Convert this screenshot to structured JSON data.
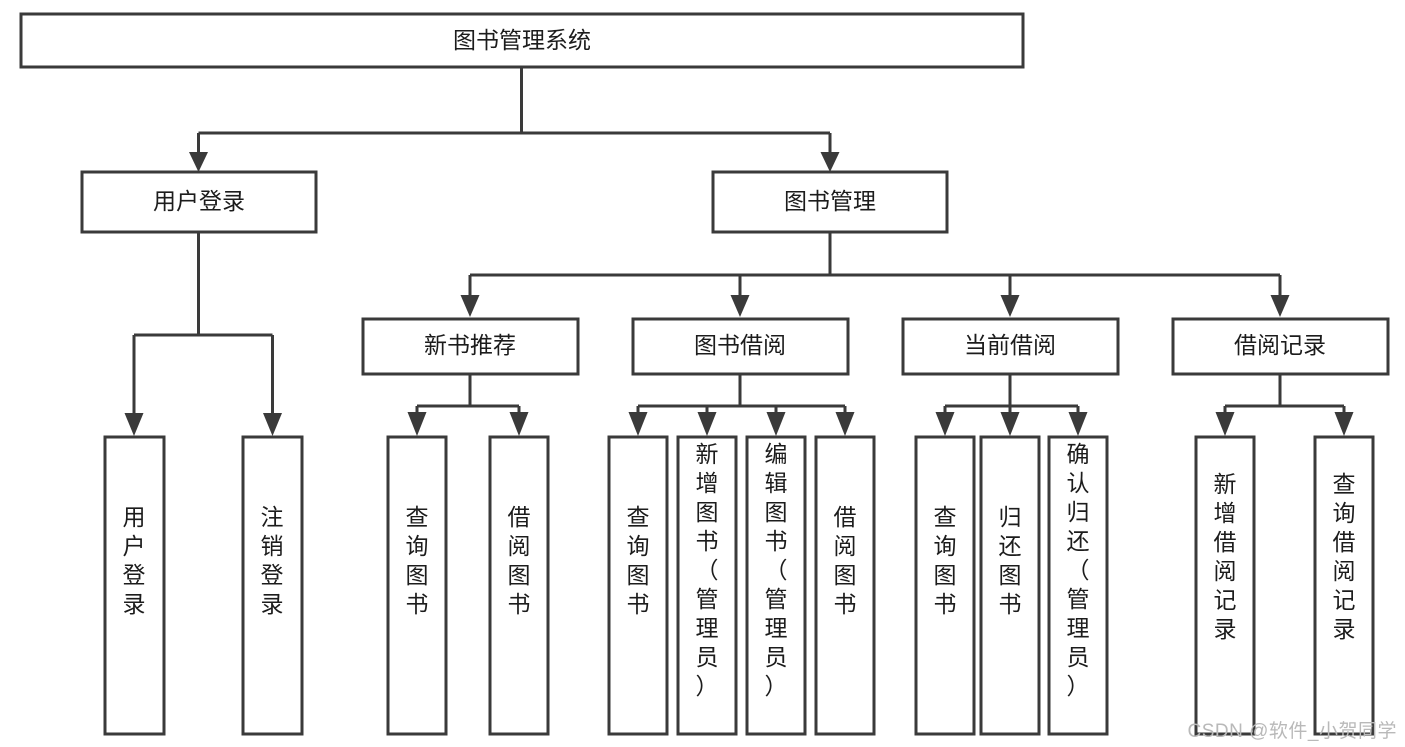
{
  "diagram": {
    "type": "tree-hierarchy",
    "title": "图书管理系统",
    "watermark": "CSDN @软件_小贺同学",
    "nodes": {
      "root": {
        "label": "图书管理系统",
        "level": 1
      },
      "user_login": {
        "label": "用户登录",
        "level": 2
      },
      "book_manage": {
        "label": "图书管理",
        "level": 2
      },
      "new_book_rec": {
        "label": "新书推荐",
        "level": 3
      },
      "book_borrow": {
        "label": "图书借阅",
        "level": 3
      },
      "current_borrow": {
        "label": "当前借阅",
        "level": 3
      },
      "borrow_record": {
        "label": "借阅记录",
        "level": 3
      },
      "leaf_user_login": {
        "label": "用户登录",
        "level": 4
      },
      "leaf_logout": {
        "label": "注销登录",
        "level": 4
      },
      "leaf_query_book_1": {
        "label": "查询图书",
        "level": 4
      },
      "leaf_borrow_book_1": {
        "label": "借阅图书",
        "level": 4
      },
      "leaf_query_book_2": {
        "label": "查询图书",
        "level": 4
      },
      "leaf_add_book": {
        "label": "新增图书（管理员）",
        "level": 4
      },
      "leaf_edit_book": {
        "label": "编辑图书（管理员）",
        "level": 4
      },
      "leaf_borrow_book_2": {
        "label": "借阅图书",
        "level": 4
      },
      "leaf_query_book_3": {
        "label": "查询图书",
        "level": 4
      },
      "leaf_return_book": {
        "label": "归还图书",
        "level": 4
      },
      "leaf_confirm_return": {
        "label": "确认归还（管理员）",
        "level": 4
      },
      "leaf_add_record": {
        "label": "新增借阅记录",
        "level": 4
      },
      "leaf_query_record": {
        "label": "查询借阅记录",
        "level": 4
      }
    },
    "edges": [
      {
        "from": "root",
        "to": "user_login"
      },
      {
        "from": "root",
        "to": "book_manage"
      },
      {
        "from": "user_login",
        "to": "leaf_user_login"
      },
      {
        "from": "user_login",
        "to": "leaf_logout"
      },
      {
        "from": "book_manage",
        "to": "new_book_rec"
      },
      {
        "from": "book_manage",
        "to": "book_borrow"
      },
      {
        "from": "book_manage",
        "to": "current_borrow"
      },
      {
        "from": "book_manage",
        "to": "borrow_record"
      },
      {
        "from": "new_book_rec",
        "to": "leaf_query_book_1"
      },
      {
        "from": "new_book_rec",
        "to": "leaf_borrow_book_1"
      },
      {
        "from": "book_borrow",
        "to": "leaf_query_book_2"
      },
      {
        "from": "book_borrow",
        "to": "leaf_add_book"
      },
      {
        "from": "book_borrow",
        "to": "leaf_edit_book"
      },
      {
        "from": "book_borrow",
        "to": "leaf_borrow_book_2"
      },
      {
        "from": "current_borrow",
        "to": "leaf_query_book_3"
      },
      {
        "from": "current_borrow",
        "to": "leaf_return_book"
      },
      {
        "from": "current_borrow",
        "to": "leaf_confirm_return"
      },
      {
        "from": "borrow_record",
        "to": "leaf_add_record"
      },
      {
        "from": "borrow_record",
        "to": "leaf_query_record"
      }
    ],
    "colors": {
      "box_stroke": "#3a3a3a",
      "box_fill": "#ffffff",
      "text": "#1c1c1c",
      "watermark": "#b9b9b9",
      "background": "#ffffff"
    }
  }
}
